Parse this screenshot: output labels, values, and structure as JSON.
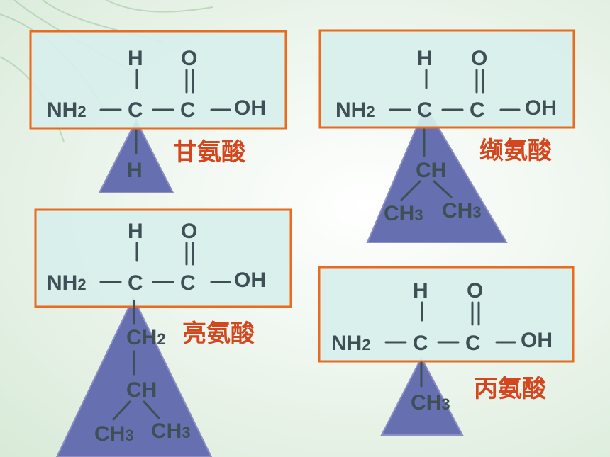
{
  "molecules": [
    {
      "name": "甘氨酸",
      "backbone": {
        "h": "H",
        "o": "O",
        "amine": "NH",
        "amine_sub": "2",
        "c1": "C",
        "c2": "C",
        "oh": "OH"
      },
      "side_chain": {
        "h": "H"
      }
    },
    {
      "name": "缬氨酸",
      "backbone": {
        "h": "H",
        "o": "O",
        "amine": "NH",
        "amine_sub": "2",
        "c1": "C",
        "c2": "C",
        "oh": "OH"
      },
      "side_chain": {
        "ch": "CH",
        "ch3a": "CH",
        "ch3a_sub": "3",
        "ch3b": "CH",
        "ch3b_sub": "3"
      }
    },
    {
      "name": "亮氨酸",
      "backbone": {
        "h": "H",
        "o": "O",
        "amine": "NH",
        "amine_sub": "2",
        "c1": "C",
        "c2": "C",
        "oh": "OH"
      },
      "side_chain": {
        "ch2": "CH",
        "ch2_sub": "2",
        "ch": "CH",
        "ch3a": "CH",
        "ch3a_sub": "3",
        "ch3b": "CH",
        "ch3b_sub": "3"
      }
    },
    {
      "name": "丙氨酸",
      "backbone": {
        "h": "H",
        "o": "O",
        "amine": "NH",
        "amine_sub": "2",
        "c1": "C",
        "c2": "C",
        "oh": "OH"
      },
      "side_chain": {
        "ch3": "CH",
        "ch3_sub": "3"
      }
    }
  ],
  "colors": {
    "box_border": "#ea6a1e",
    "box_fill": "#d7efec",
    "triangle": "#6670b0",
    "name_text": "#d4461e",
    "atom_text": "#3f4f55"
  }
}
